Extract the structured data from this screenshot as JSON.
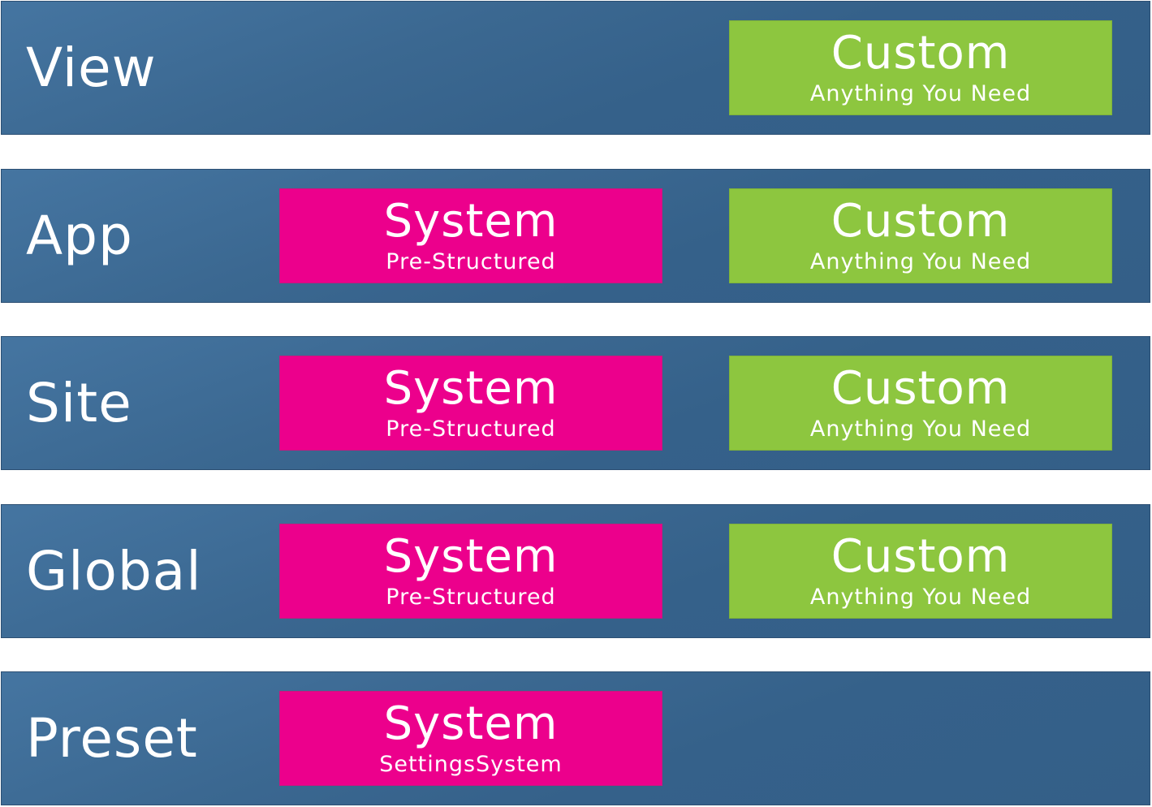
{
  "layers": [
    {
      "label": "View",
      "custom": {
        "title": "Custom",
        "subtitle": "Anything You Need"
      }
    },
    {
      "label": "App",
      "system": {
        "title": "System",
        "subtitle": "Pre-Structured"
      },
      "custom": {
        "title": "Custom",
        "subtitle": "Anything You Need"
      }
    },
    {
      "label": "Site",
      "system": {
        "title": "System",
        "subtitle": "Pre-Structured"
      },
      "custom": {
        "title": "Custom",
        "subtitle": "Anything You Need"
      }
    },
    {
      "label": "Global",
      "system": {
        "title": "System",
        "subtitle": "Pre-Structured"
      },
      "custom": {
        "title": "Custom",
        "subtitle": "Anything You Need"
      }
    },
    {
      "label": "Preset",
      "system": {
        "title": "System",
        "subtitle": "SettingsSystem"
      }
    }
  ],
  "colors": {
    "layer_background": "#3b6891",
    "system_box": "#ec008c",
    "custom_box": "#8dc63f",
    "text": "#ffffff"
  }
}
